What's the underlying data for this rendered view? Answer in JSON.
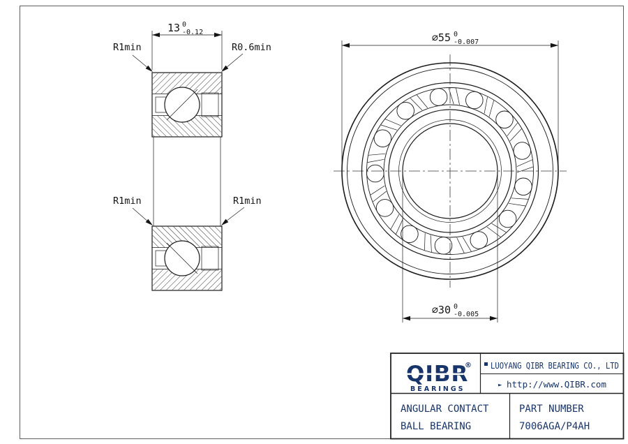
{
  "colors": {
    "line": "#1a1a1a",
    "accent": "#17346b"
  },
  "section_view": {
    "width_dim": {
      "value": "13",
      "tol_up": "0",
      "tol_dn": "-0.12"
    },
    "fillets": {
      "top_left": "R1min",
      "top_right": "R0.6min",
      "mid_left": "R1min",
      "mid_right": "R1min"
    }
  },
  "front_view": {
    "outer_dim": {
      "value": "⌀55",
      "tol_up": "0",
      "tol_dn": "-0.007"
    },
    "bore_dim": {
      "value": "⌀30",
      "tol_up": "0",
      "tol_dn": "-0.005"
    }
  },
  "title_block": {
    "logo": {
      "name": "QIBR",
      "reg": "®",
      "sub": "BEARINGS"
    },
    "company": "LUOYANG QIBR BEARING CO., LTD",
    "website": "http://www.QIBR.com",
    "product_line1": "ANGULAR CONTACT",
    "product_line2": "BALL BEARING",
    "part_label": "PART NUMBER",
    "part_number": "7006AGA/P4AH"
  }
}
